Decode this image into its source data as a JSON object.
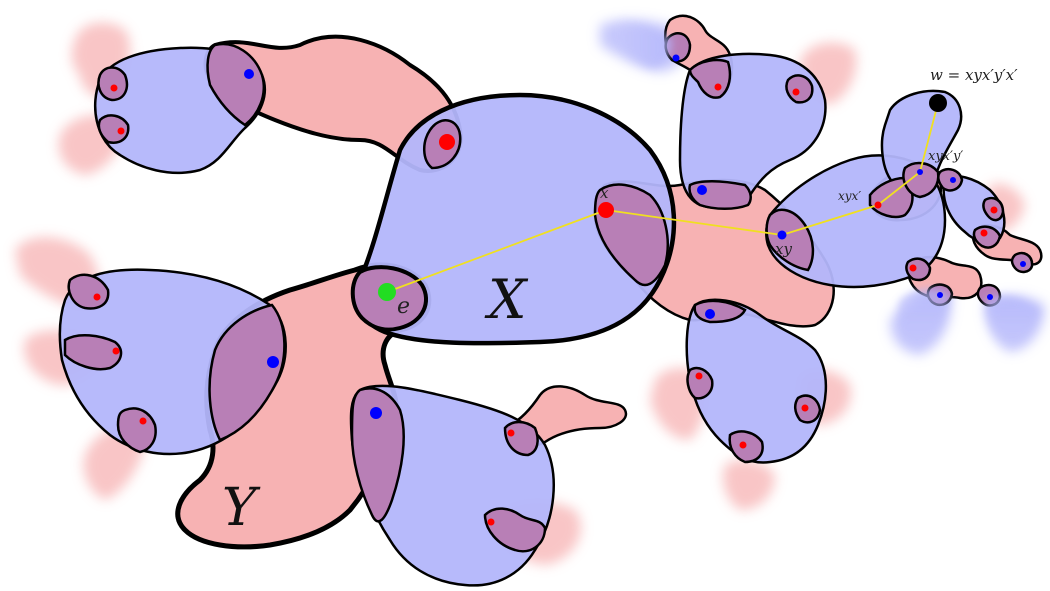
{
  "colors": {
    "blue_region": "#b3b6fb",
    "red_region": "#f7b2b3",
    "overlap": "#b87fb6",
    "outline": "#000000",
    "path_line": "#f0e020",
    "red_dot": "#ff0000",
    "blue_dot": "#0000ff",
    "identity_dot": "#22dd22",
    "target_dot": "#000000"
  },
  "labels": {
    "X": "X",
    "Y": "Y",
    "e": "e",
    "x": "x",
    "xy": "xy",
    "xyx_prime": "xyx′",
    "xyx_prime_y_prime": "xyx′y′",
    "w_formula": "w = xyx′y′x′"
  },
  "path_nodes": [
    {
      "name": "e",
      "color": "identity"
    },
    {
      "name": "x",
      "color": "red"
    },
    {
      "name": "xy",
      "color": "blue"
    },
    {
      "name": "xyx′",
      "color": "red"
    },
    {
      "name": "xyx′y′",
      "color": "blue"
    },
    {
      "name": "w",
      "color": "target"
    }
  ]
}
